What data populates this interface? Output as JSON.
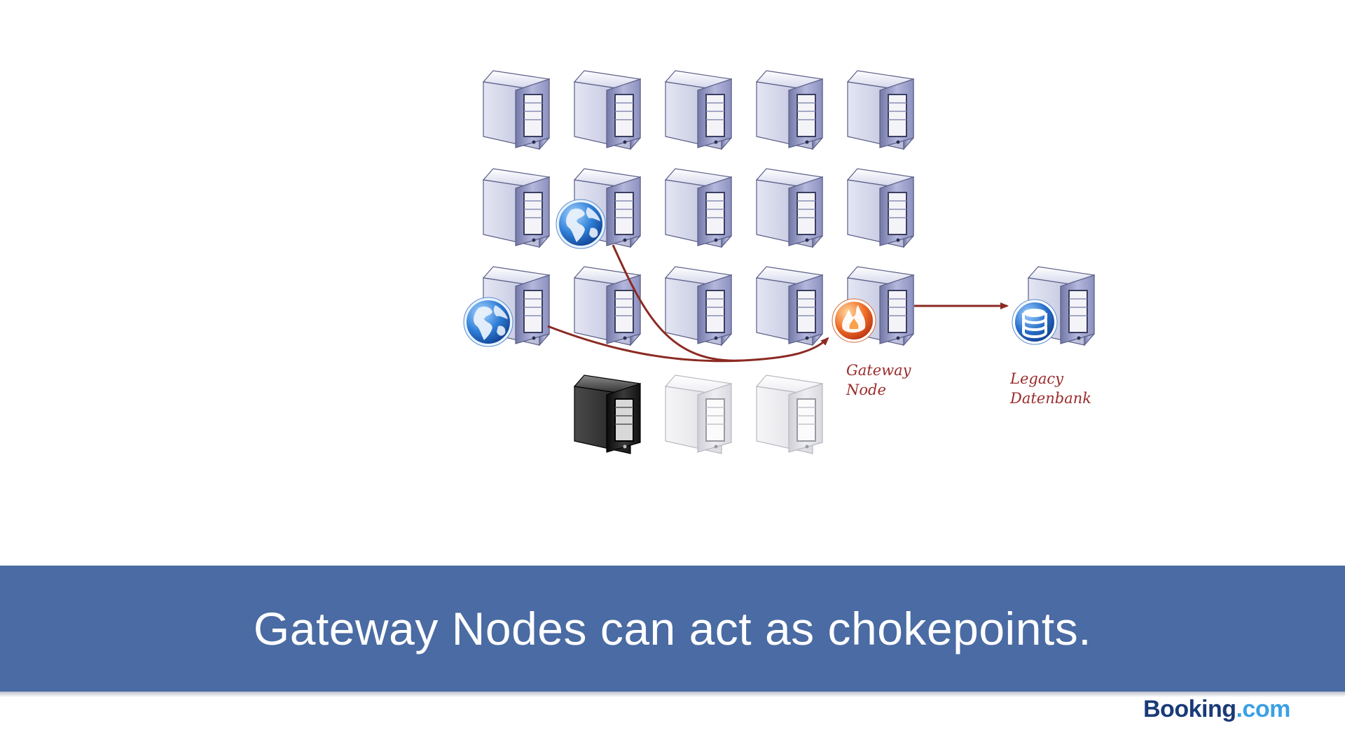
{
  "slide": {
    "caption": "Gateway Nodes can act as chokepoints.",
    "logo": {
      "brand": "Booking",
      "tld": ".com"
    }
  },
  "diagram": {
    "gateway_label": [
      "Gateway",
      "Node"
    ],
    "legacy_label": [
      "Legacy",
      "Datenbank"
    ],
    "server_grid": [
      [
        "standard",
        "standard",
        "standard",
        "standard",
        "standard"
      ],
      [
        "standard",
        "standard-globe",
        "standard",
        "standard",
        "standard"
      ],
      [
        "standard-globe",
        "standard",
        "standard",
        "standard",
        "gateway-firewall"
      ],
      [
        "none",
        "black",
        "faded",
        "faded",
        "none"
      ]
    ],
    "arrows": [
      {
        "from": "row2-col1-globe",
        "to": "gateway-node"
      },
      {
        "from": "row3-col0-globe",
        "to": "gateway-node"
      },
      {
        "from": "gateway-node",
        "to": "legacy-database"
      }
    ]
  },
  "colors": {
    "banner": "#4a6ba3",
    "arrow": "#8b2a22",
    "label": "#9a2b2b",
    "logo_brand": "#1a3a78",
    "logo_tld": "#3aa0e4"
  }
}
